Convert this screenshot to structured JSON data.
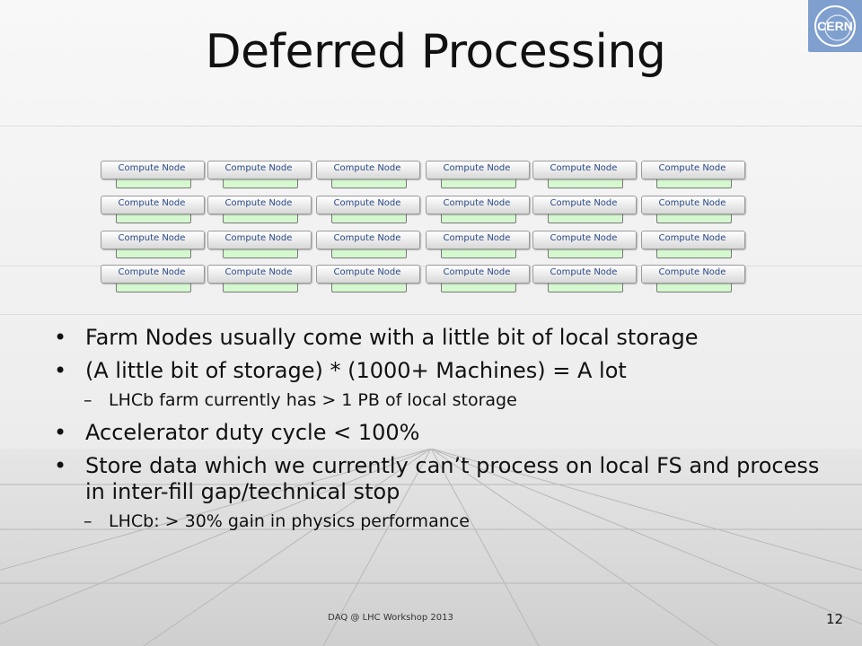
{
  "slide": {
    "title": "Deferred Processing",
    "logo_text": "CERN",
    "node_label": "Compute Node",
    "bullets": [
      {
        "level": 1,
        "text": "Farm Nodes usually come with a little bit of local storage"
      },
      {
        "level": 1,
        "text": "(A little bit of storage) * (1000+ Machines) = A lot"
      },
      {
        "level": 2,
        "text": "LHCb farm currently has > 1 PB of local storage"
      },
      {
        "level": 1,
        "text": "Accelerator duty cycle < 100%"
      },
      {
        "level": 1,
        "text": "Store data which we currently can’t process on local FS and process in inter-fill gap/technical stop"
      },
      {
        "level": 2,
        "text": "LHCb: > 30% gain in physics performance"
      }
    ],
    "bullet_glyph": "•",
    "dash_glyph": "–",
    "footer": "DAQ @ LHC Workshop 2013",
    "page_number": "12"
  },
  "colors": {
    "node_text": "#2a4a86",
    "node_storage": "#d6f8d0",
    "logo_bg": "#7f9fcf"
  }
}
